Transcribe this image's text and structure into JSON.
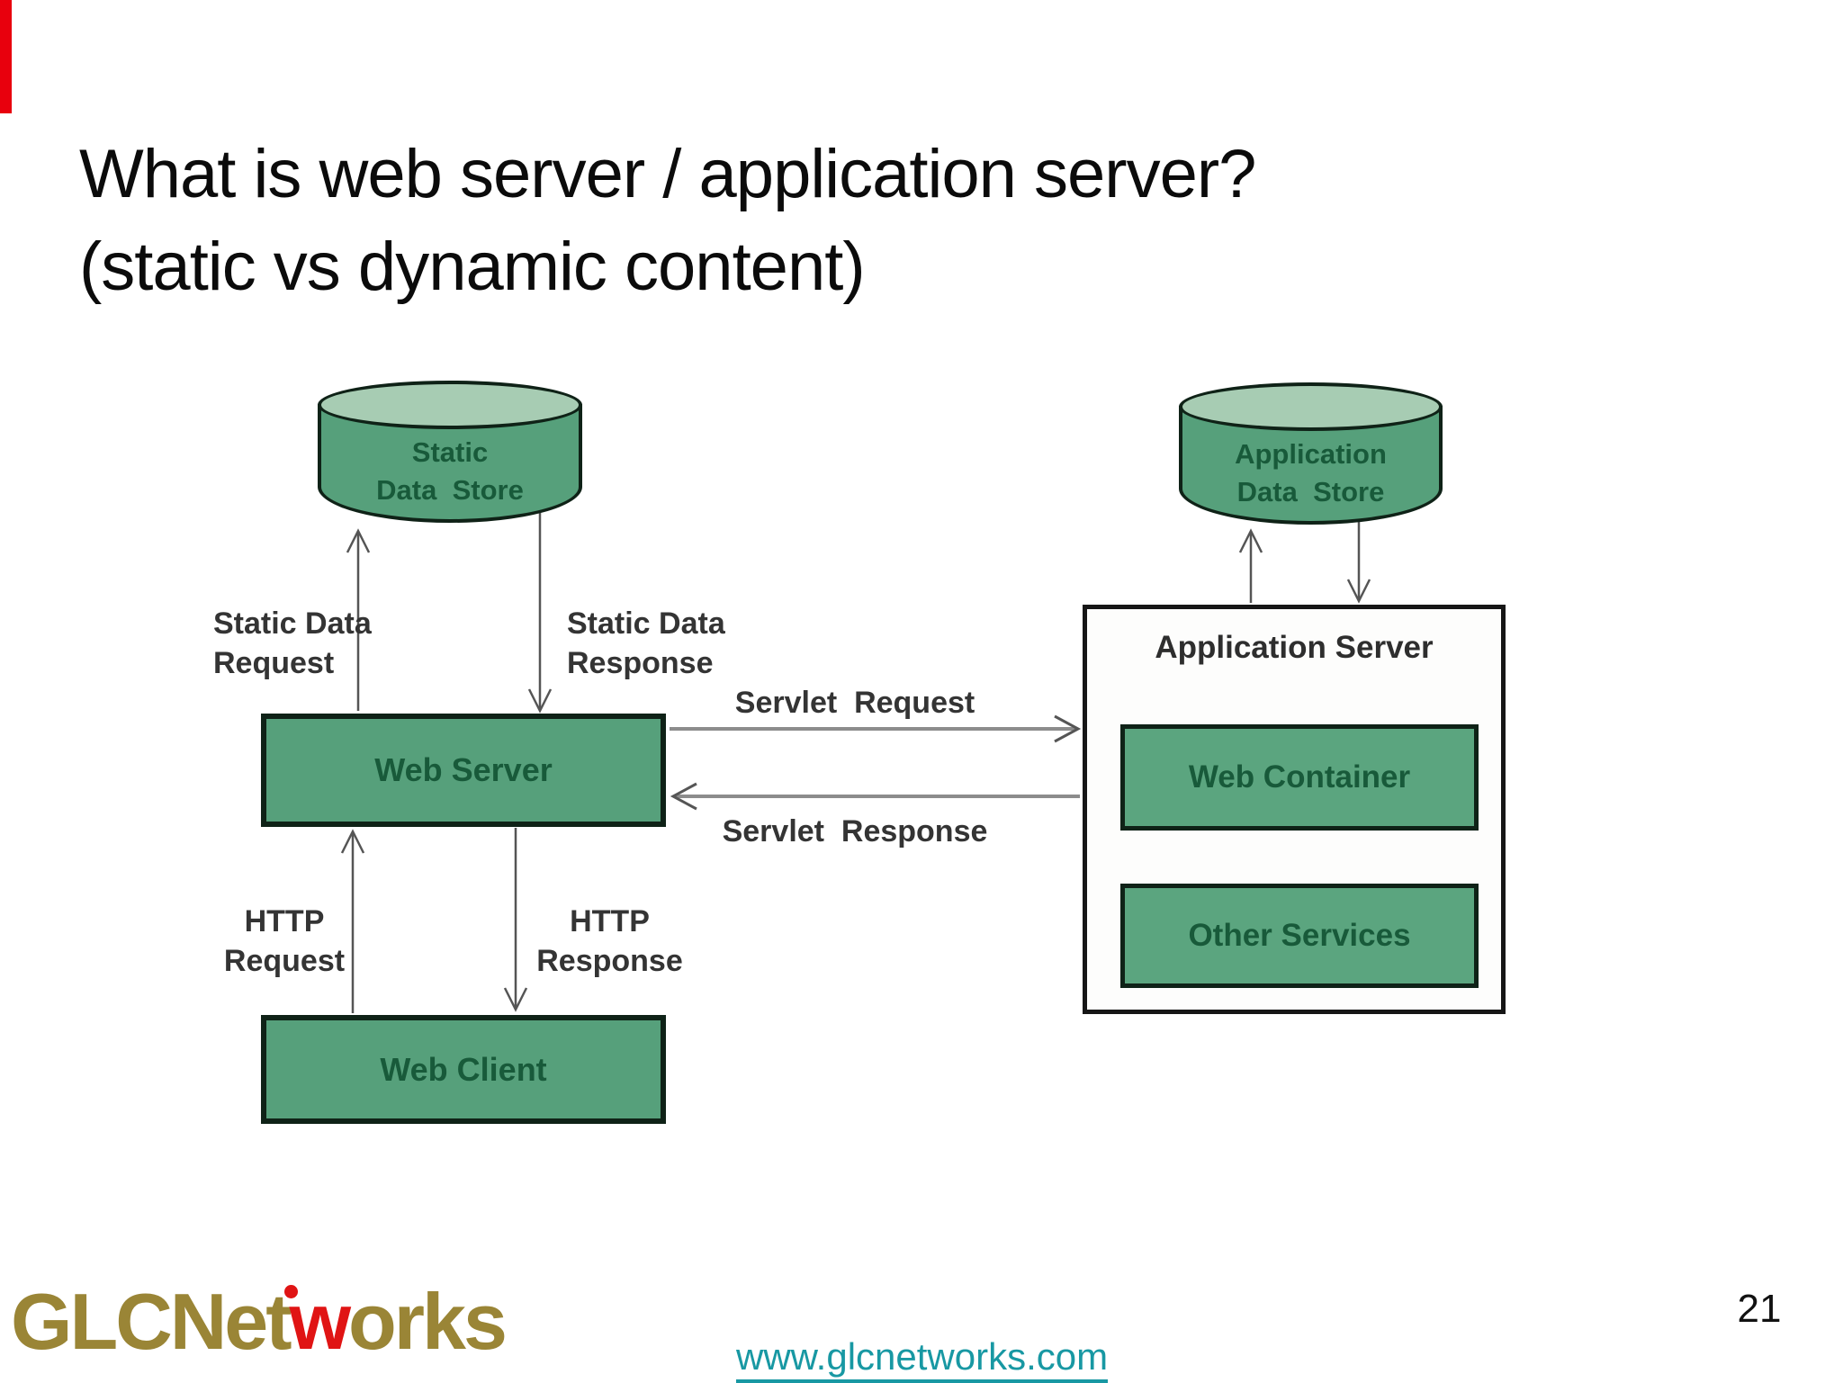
{
  "slide": {
    "title_line1": "What is web server / application server?",
    "title_line2": "(static vs dynamic content)",
    "page_number": "21",
    "footer": {
      "logo_part1": "GLCNet",
      "logo_accent": "w",
      "logo_part2": "orks",
      "url": "www.glcnetworks.com"
    }
  },
  "diagram": {
    "nodes": {
      "static_data_store": "Static\nData  Store",
      "application_data_store": "Application\nData  Store",
      "web_server": "Web Server",
      "web_client": "Web Client",
      "application_server": "Application Server",
      "web_container": "Web Container",
      "other_services": "Other Services"
    },
    "edges": {
      "static_data_request": "Static Data\nRequest",
      "static_data_response": "Static Data\nResponse",
      "servlet_request": "Servlet  Request",
      "servlet_response": "Servlet  Response",
      "http_request": "HTTP\nRequest",
      "http_response": "HTTP\nResponse"
    }
  },
  "theme": {
    "green_fill": "#56a07b",
    "green_inner": "#5ba57f",
    "cylinder_top": "#a7ccb3",
    "outline": "#0f2217",
    "green_text": "#185a3a",
    "label_text": "#343434",
    "arrow_line": "#555555",
    "arrow_light": "#8c8c8c",
    "red_bar": "#e8000d",
    "logo_gold": "#9a8536",
    "logo_red": "#e01414",
    "url_teal": "#1898a3",
    "page_text": "#111111"
  }
}
